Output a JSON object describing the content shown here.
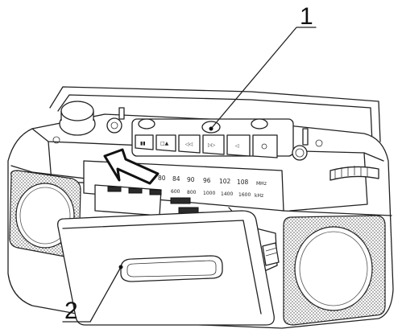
{
  "callouts": [
    {
      "number": "1"
    },
    {
      "number": "2"
    }
  ],
  "radio": {
    "fm_scale": [
      "80",
      "84",
      "90",
      "96",
      "102",
      "108"
    ],
    "fm_unit": "MHz",
    "am_scale": [
      "600",
      "800",
      "1000",
      "1400",
      "1600"
    ],
    "am_unit": "kHz"
  }
}
